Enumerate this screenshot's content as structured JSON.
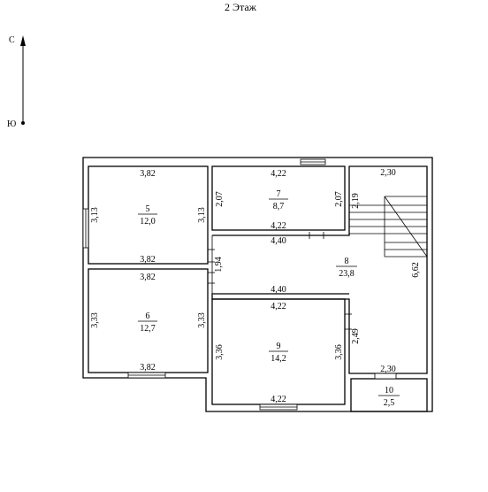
{
  "title": "2 Этаж",
  "compass": {
    "north": "С",
    "south": "Ю"
  },
  "rooms": [
    {
      "id": "5",
      "number": "5",
      "area": "12,0"
    },
    {
      "id": "6",
      "number": "6",
      "area": "12,7"
    },
    {
      "id": "7",
      "number": "7",
      "area": "8,7"
    },
    {
      "id": "8",
      "number": "8",
      "area": "23,8"
    },
    {
      "id": "9",
      "number": "9",
      "area": "14,2"
    },
    {
      "id": "10",
      "number": "10",
      "area": "2,5"
    }
  ],
  "dimensions": {
    "r5_top": "3,82",
    "r5_bottom": "3,82",
    "r5_left": "3,13",
    "r5_right": "3,13",
    "r6_top": "3,82",
    "r6_bottom": "3,82",
    "r6_left": "3,33",
    "r6_right": "3,33",
    "r7_top": "4,22",
    "r7_bottom": "4,22",
    "r7_left": "2,07",
    "r7_right": "2,07",
    "r8_top": "4,40",
    "r8_bottom": "4,40",
    "r8_left": "1,94",
    "r8_right": "6,62",
    "r8_stair_top": "2,30",
    "r8_stair_side": "2,19",
    "r8_lower": "2,49",
    "r8_stair_bottom": "2,30",
    "r9_top": "4,22",
    "r9_bottom": "4,22",
    "r9_left": "3,36",
    "r9_right": "3,36"
  }
}
